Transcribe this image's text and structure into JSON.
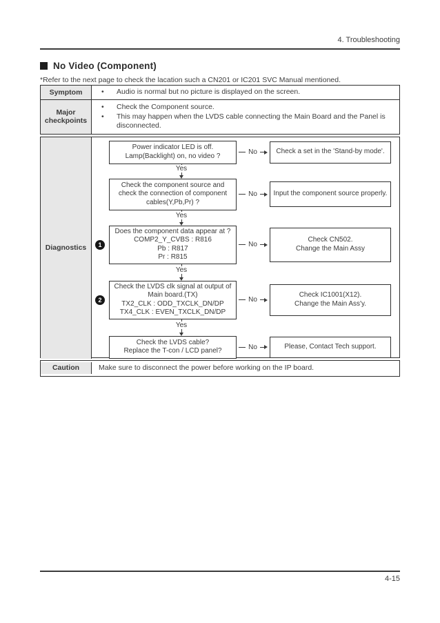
{
  "page": {
    "header": "4. Troubleshooting",
    "footer_page_number": "4-15"
  },
  "doc": {
    "title": "No Video (Component)",
    "note": "*Refer to the next page to check the lacation such a CN201 or IC201 SVC Manual mentioned."
  },
  "table": {
    "bullet": "•",
    "symptom": {
      "label": "Symptom",
      "text": "Audio is normal but no picture is displayed on the screen."
    },
    "checkpoints": {
      "label": "Major\ncheckpoints",
      "items": [
        "Check the Component source.",
        "This may happen when the LVDS cable connecting the Main Board and the Panel is disconnected."
      ]
    },
    "diagnostics": {
      "label": "Diagnostics",
      "steps": [
        {
          "question": "Power indicator LED is off.\nLamp(Backlight) on, no video ?",
          "no_label": "No",
          "action": "Check a set in the 'Stand-by mode'.",
          "yes_label": "Yes"
        },
        {
          "question": "Check the component source and\ncheck the connection of component\ncables(Y,Pb,Pr) ?",
          "no_label": "No",
          "action": "Input the component source properly.",
          "yes_label": "Yes"
        },
        {
          "marker": "1",
          "question": "Does the component data appear at ?\nCOMP2_Y_CVBS : R816\nPb : R817\nPr : R815",
          "no_label": "No",
          "action": "Check CN502.\nChange the Main Assy",
          "yes_label": "Yes"
        },
        {
          "marker": "2",
          "question": "Check the LVDS clk signal at output of\nMain board.(TX)\nTX2_CLK : ODD_TXCLK_DN/DP\nTX4_CLK : EVEN_TXCLK_DN/DP",
          "no_label": "No",
          "action": "Check IC1001(X12).\nChange the Main Ass'y.",
          "yes_label": "Yes"
        },
        {
          "question": "Check the LVDS cable?\nReplace the T-con / LCD panel?",
          "no_label": "No",
          "action": "Please, Contact Tech support."
        }
      ]
    },
    "caution": {
      "label": "Caution",
      "text": "Make sure to disconnect the power before working on the IP board."
    }
  }
}
